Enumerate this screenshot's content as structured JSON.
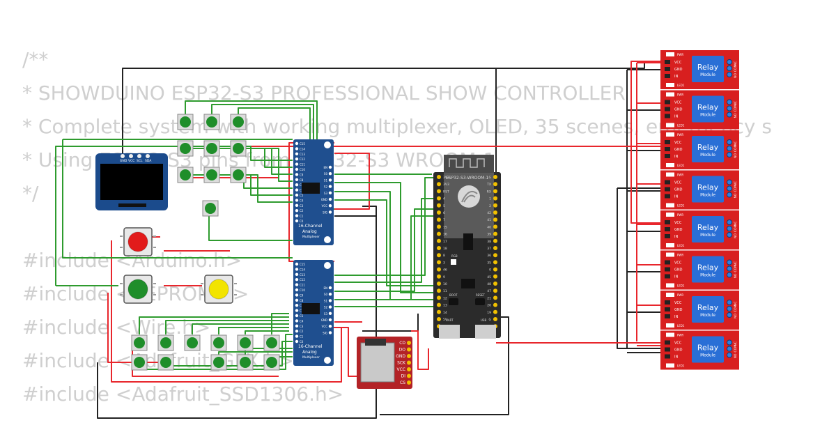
{
  "background_code": [
    "/**",
    "* SHOWDUINO ESP32-S3 PROFESSIONAL SHOW CONTROLLER",
    "* Complete system with working multiplexer, OLED, 35 scenes, emergency s",
    "* Using ESP32-S3 pins from ESP32-S3 WROOM-1",
    "*/",
    "",
    "#include <Arduino.h>",
    "#include <EEPROM.h>",
    "#include <Wire.h>",
    "#include <Adafruit_GFX.h>",
    "#include <Adafruit_SSD1306.h>"
  ],
  "oled": {
    "pin_labels": [
      "GND",
      "VCC",
      "SCL",
      "SDA"
    ]
  },
  "multiplexer": {
    "title_line1": "16-Channel",
    "title_line2": "Analog",
    "title_line3": "Multiplexer",
    "left_pins": [
      "C15",
      "C14",
      "C13",
      "C12",
      "C11",
      "C10",
      "C9",
      "C8",
      "C7",
      "C6",
      "C5",
      "C4",
      "C3",
      "C2",
      "C1",
      "C0"
    ],
    "right_pins": [
      "EN",
      "S0",
      "S1",
      "S2",
      "S3",
      "GND",
      "VCC",
      "SIG"
    ]
  },
  "esp32": {
    "title": "ESP32-S3-WROOM-1",
    "left_pins": [
      "3V3",
      "3V3",
      "RST",
      "4",
      "5",
      "6",
      "7",
      "15",
      "16",
      "17",
      "18",
      "8",
      "3",
      "46",
      "9",
      "10",
      "11",
      "12",
      "13",
      "14",
      "5V",
      "G"
    ],
    "right_pins": [
      "G",
      "TX",
      "RX",
      "1",
      "2",
      "42",
      "41",
      "40",
      "39",
      "38",
      "37",
      "36",
      "35",
      "0",
      "45",
      "48",
      "47",
      "21",
      "20",
      "19",
      "G",
      "G"
    ],
    "buttons": [
      "BOOT",
      "RESET"
    ],
    "ports": [
      "UART",
      "USB"
    ],
    "rgb_label": "RGB"
  },
  "sd_card": {
    "pins": [
      "CD",
      "DO",
      "GND",
      "SCK",
      "VCC",
      "DI",
      "CS"
    ]
  },
  "relay": {
    "title": "Relay",
    "subtitle": "Module",
    "pwr_label": "PWR",
    "led_label": "LED1",
    "pins": [
      "VCC",
      "GND",
      "IN"
    ],
    "terminals": [
      "NO",
      "COM",
      "NC"
    ],
    "count": 8
  },
  "colors": {
    "wire_red": "#e8262c",
    "wire_green": "#2e9b2e",
    "wire_black": "#222222",
    "relay_red": "#d81f1f",
    "relay_blue": "#2a6fd6",
    "mux_blue": "#1f4f8f",
    "esp_dark": "#3a3a3a",
    "sd_red": "#b32226",
    "oled_blue": "#1b4b8c",
    "button_green": "#1f8e2a",
    "button_red": "#e21b1b",
    "button_yellow": "#f2e400"
  }
}
